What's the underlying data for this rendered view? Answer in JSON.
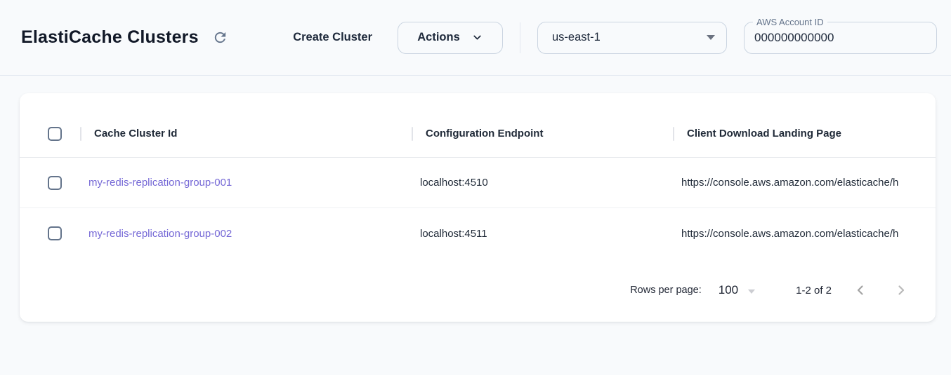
{
  "header": {
    "title": "ElastiCache Clusters",
    "create_button_label": "Create Cluster",
    "actions_button_label": "Actions",
    "region": {
      "selected": "us-east-1"
    },
    "account_field": {
      "label": "AWS Account ID",
      "value": "000000000000"
    }
  },
  "table": {
    "columns": {
      "cluster_id": "Cache Cluster Id",
      "configuration_endpoint": "Configuration Endpoint",
      "client_download_landing_page": "Client Download Landing Page"
    },
    "rows": [
      {
        "cluster_id": "my-redis-replication-group-001",
        "configuration_endpoint": "localhost:4510",
        "client_download_landing_page": "https://console.aws.amazon.com/elasticache/h"
      },
      {
        "cluster_id": "my-redis-replication-group-002",
        "configuration_endpoint": "localhost:4511",
        "client_download_landing_page": "https://console.aws.amazon.com/elasticache/h"
      }
    ]
  },
  "pagination": {
    "rows_per_page_label": "Rows per page:",
    "rows_per_page_value": "100",
    "range_label": "1-2 of 2"
  },
  "colors": {
    "link": "#7568d6",
    "icon_slate": "#64748b",
    "page_background": "#f8fafc",
    "border_gray": "#cbd5e1"
  },
  "icons": {
    "refresh": "refresh-icon",
    "actions_chevron": "chevron-down-icon",
    "region_caret": "caret-down-icon",
    "pager_prev": "chevron-left-icon",
    "pager_next": "chevron-right-icon"
  }
}
